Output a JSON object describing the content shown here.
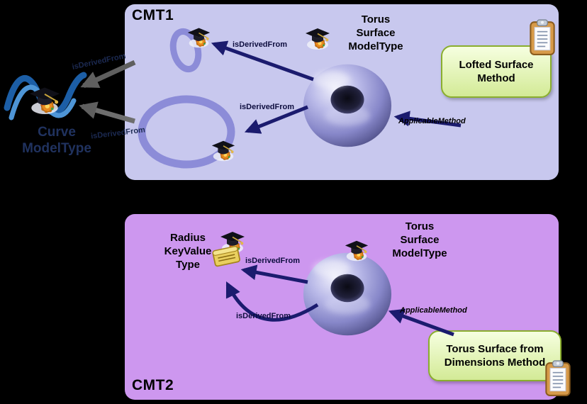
{
  "cmt1": {
    "label": "CMT1",
    "torus_title": [
      "Torus",
      "Surface",
      "ModelType"
    ],
    "derived_top_label": "isDerivedFrom",
    "derived_bottom_label": "isDerivedFrom",
    "applicable_label": "ApplicableMethod",
    "method_box": [
      "Lofted Surface",
      "Method"
    ]
  },
  "cmt2": {
    "label": "CMT2",
    "torus_title": [
      "Torus",
      "Surface",
      "ModelType"
    ],
    "keyvalue_title": [
      "Radius",
      "KeyValue",
      "Type"
    ],
    "derived_top_label": "isDerivedFrom",
    "derived_bottom_label": "isDerivedFrom",
    "applicable_label": "ApplicableMethod",
    "method_box": [
      "Torus Surface from",
      "Dimensions Method"
    ]
  },
  "logo": {
    "title": [
      "Curve",
      "ModelType"
    ],
    "derived_top_label": "isDerivedFrom",
    "derived_bottom_label": "isDerivedFrom"
  },
  "icons": {
    "model_type_icon": "graduation-cap-gear",
    "method_note_icon": "clipboard",
    "keyvalue_icon": "key-folder",
    "torus_shape": "torus-3d",
    "curve_shapes": "ellipse-rings",
    "logo_shape": "blue-wave-curves"
  },
  "colors": {
    "background": "#000000",
    "panel_cmt1": "#c8c8ee",
    "panel_cmt2": "#cd97ef",
    "arrow_navy": "#1b1b6e",
    "arrow_gray": "#5f5f5f",
    "method_box_fill": "#ddefa0",
    "method_box_border": "#8aae2e",
    "torus_body": "#9a9ad8",
    "ring_stroke": "#8c8cd8",
    "logo_blue": "#1c5ea6"
  }
}
